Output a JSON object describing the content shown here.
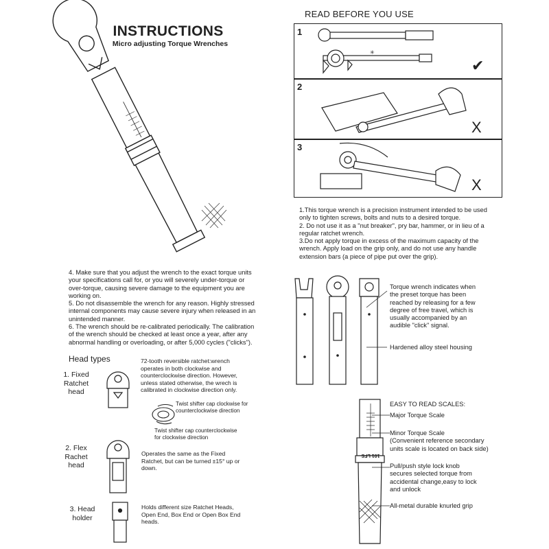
{
  "header": {
    "title": "INSTRUCTIONS",
    "subtitle": "Micro adjusting Torque Wrenches"
  },
  "read_before": {
    "title": "READ BEFORE YOU USE",
    "panels": [
      {
        "number": "1",
        "mark": "✔"
      },
      {
        "number": "2",
        "mark": "X"
      },
      {
        "number": "3",
        "mark": "X"
      }
    ],
    "notes": [
      "1.This torque wrench is a precision instrument intended to be used",
      "only to tighten screws, bolts and nuts to a desired torque.",
      "2. Do not use it as a \"nut breaker\", pry bar, hammer, or in lieu of a",
      "regular ratchet wrench.",
      "3.Do not apply torque in excess of the maximum capacity of the",
      "wrench. Apply load on the grip only, and do not use any handle",
      "extension bars (a piece of pipe put over the grip)."
    ]
  },
  "rules": {
    "lines": [
      "4. Make sure that you adjust the wrench to the exact torque units",
      "your specifications call for, or you will severely under-torque or",
      "over-torque, causing severe damage to the equipment you are",
      "working on.",
      "5. Do not disassemble the wrench for any reason. Highly stressed",
      "internal components may cause severe injury when released in an",
      "unintended manner.",
      "6. The wrench should be re-calibrated periodically. The calibration",
      "of the wrench should be checked at least once a year, after any",
      "abnormal handling or overloading, or after 5,000 cycles (\"clicks\")."
    ]
  },
  "head_types": {
    "title": "Head types",
    "fixed": {
      "label": [
        "1. Fixed",
        "Ratchet",
        "head"
      ],
      "desc": [
        "72-tooth reversible ratchet:wrench",
        "operates in both clockwise and",
        "counterclockwise direction. However,",
        "unless stated otherwise, the wrech is",
        "calibrated in clockwise direction only."
      ],
      "twist_ccw": [
        "Twist shifter cap clockwise for",
        "counterclockwise direction"
      ],
      "twist_cw": [
        "Twist shifter cap counterclockwise",
        "for clockwise direction"
      ]
    },
    "flex": {
      "label": [
        "2. Flex",
        "Rachet",
        "head"
      ],
      "desc": [
        "Operates the same as the Fixed",
        "Ratchet, but can be turned ±15° up or",
        "down."
      ]
    },
    "holder": {
      "label": [
        "3. Head",
        "holder"
      ],
      "desc": [
        "Holds different size Ratchet Heads,",
        "Open End, Box End or Open Box End",
        "heads."
      ]
    }
  },
  "features": {
    "indicator": [
      "Torque wrench indicates when",
      "the preset torque has been",
      "reached by releasing for a few",
      "degree of free travel, which is",
      "usually accompanied by an",
      "audible \"click\" signal."
    ],
    "housing": "Hardened alloy steel housing",
    "scales_title": "EASY TO READ SCALES:",
    "major": "Major Torque Scale",
    "minor": [
      "Minor Torque Scale",
      "(Convenient reference secondary",
      "units scale is located on back side)"
    ],
    "knob": [
      "Pull/push style lock knob",
      "secures selected torque from",
      "accidental change,easy to lock",
      "and unlock"
    ],
    "grip": "All-metal durable knurled grip",
    "scale_text": "101 LFS"
  }
}
